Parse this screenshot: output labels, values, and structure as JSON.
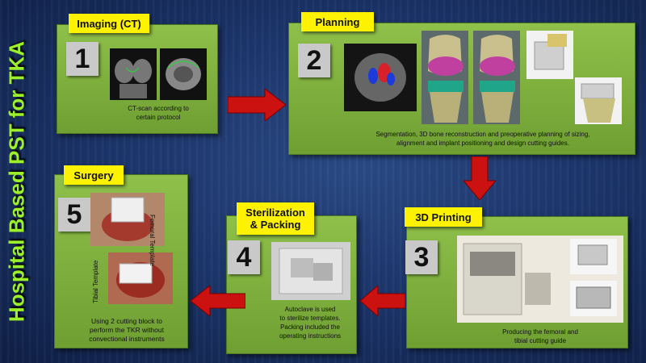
{
  "title": "Hospital Based PST for TKA",
  "steps": [
    {
      "number": "1",
      "label": "Imaging (CT)",
      "caption_lines": [
        "CT-scan according to",
        "certain protocol"
      ]
    },
    {
      "number": "2",
      "label": "Planning",
      "caption_lines": [
        "Segmentation, 3D bone reconstruction  and preoperative planning of sizing,",
        "alignment and implant positioning and design cutting guides."
      ]
    },
    {
      "number": "3",
      "label": "3D Printing",
      "caption_lines": [
        "Producing the femoral and",
        "tibial cutting guide"
      ]
    },
    {
      "number": "4",
      "label_lines": [
        "Sterilization",
        "& Packing"
      ],
      "caption_lines": [
        "Autoclave is used",
        "to sterilize templates.",
        "Packing included the",
        "operating instructions"
      ]
    },
    {
      "number": "5",
      "label": "Surgery",
      "caption_lines": [
        "Using 2 cutting block to",
        "perform the TKR without",
        "convectional instruments"
      ],
      "image_labels": [
        "Femoral Template",
        "Tibial Template"
      ]
    }
  ],
  "colors": {
    "card": "#7fb03d",
    "tag": "#fff200",
    "arrow": "#cc1111",
    "title": "#9cf02a",
    "background": "#1f3a78"
  }
}
